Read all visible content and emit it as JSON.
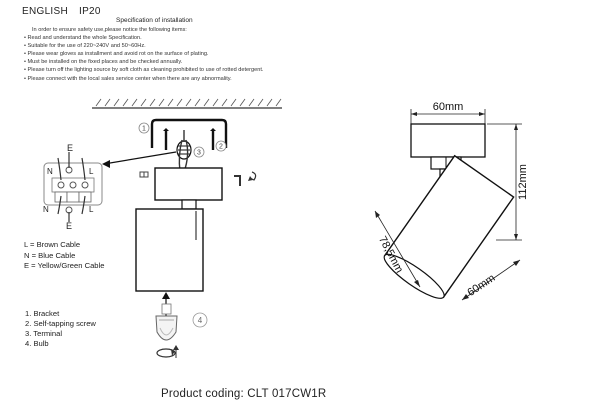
{
  "header": {
    "language": "ENGLISH",
    "ip_rating": "IP20",
    "spec_title": "Specification of installation"
  },
  "spec_lines": [
    "In order to ensure safety use,please notice the following items:",
    "• Read and understand the whole Specification.",
    "• Suitable for the use of 220~240V and 50~60Hz.",
    "• Please wear gloves as installment and avoid rot on the surface of plating.",
    "• Must be installed on the fixed places and be checked annually.",
    "• Please turn off the lighting source by soft cloth as cleaning prohibited to use of rotted detergent.",
    "• Please connect with the local sales service center when there are any abnormality."
  ],
  "terminal_labels": {
    "e_top": "E",
    "n_top": "N",
    "l_top": "L",
    "n_bottom": "N",
    "l_bottom": "L",
    "e_bottom": "E"
  },
  "cables": [
    "L = Brown Cable",
    "N = Blue Cable",
    "E = Yellow/Green Cable"
  ],
  "callouts": [
    "1",
    "2",
    "3",
    "4"
  ],
  "parts": [
    "1. Bracket",
    "2. Self-tapping screw",
    "3. Terminal",
    "4. Bulb"
  ],
  "dimensions": {
    "top_width": "60mm",
    "height": "112mm",
    "diagonal": "78,5mm",
    "bottom_width": "60mm"
  },
  "product_coding": "Product coding: CLT 017CW1R"
}
